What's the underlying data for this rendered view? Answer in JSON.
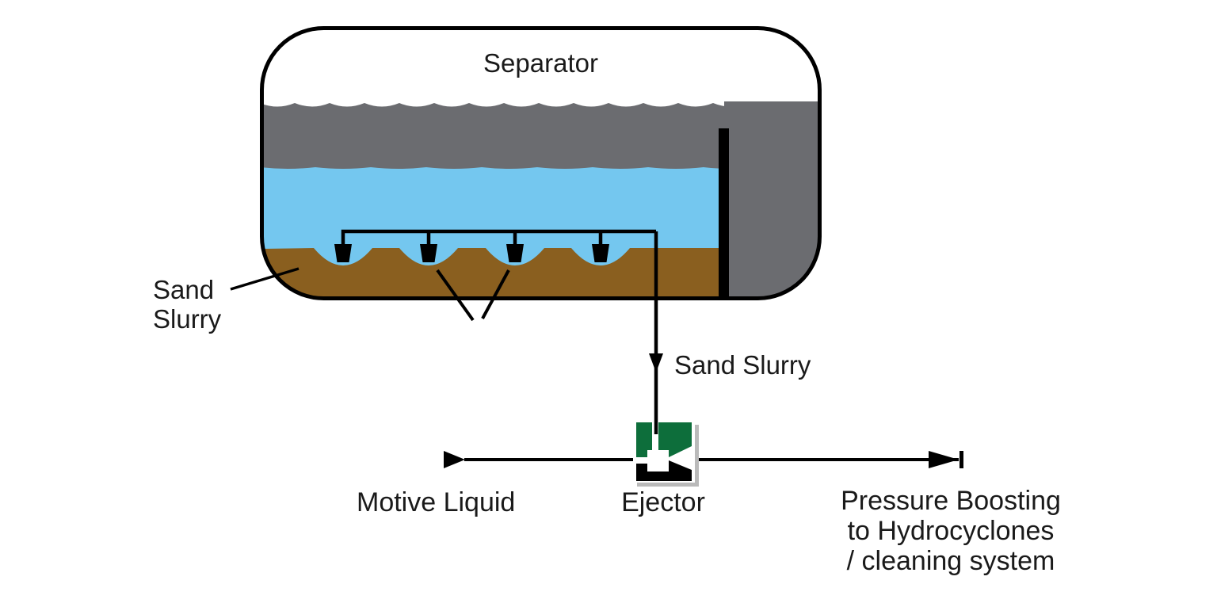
{
  "diagram": {
    "separator_label": "Separator",
    "sand_slurry_layer_label": {
      "line1": "Sand",
      "line2": "Slurry"
    },
    "sand_slurry_flow_label": "Sand Slurry",
    "motive_liquid_label": "Motive Liquid",
    "ejector_label": "Ejector",
    "pressure_boosting_label": {
      "line1": "Pressure Boosting",
      "line2": "to Hydrocyclones",
      "line3": "/ cleaning system"
    }
  },
  "colors": {
    "gas_gray": "#6b6c70",
    "water_blue": "#74c7ef",
    "sand_brown": "#8a5f1f",
    "ejector_green": "#0d6e3b",
    "shadow_gray": "#bababa",
    "outline_black": "#000000"
  }
}
